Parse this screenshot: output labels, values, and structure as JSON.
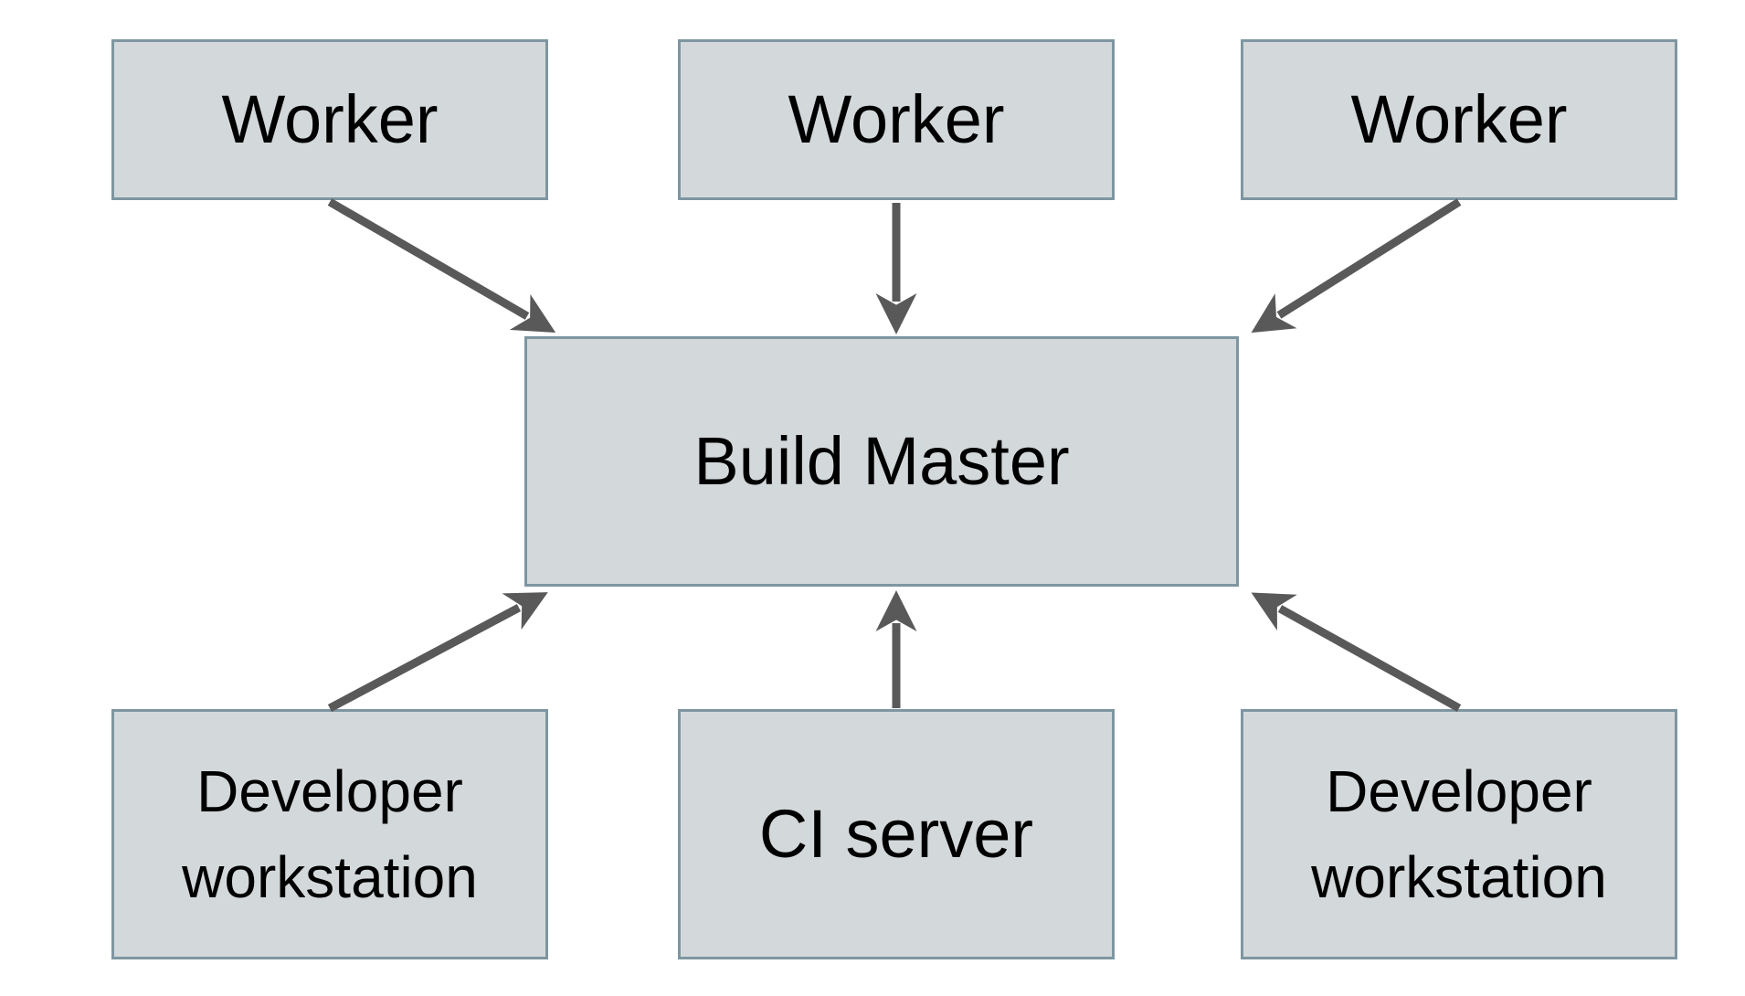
{
  "diagram": {
    "type": "architecture-diagram",
    "nodes": [
      {
        "id": "worker-1",
        "label": "Worker"
      },
      {
        "id": "worker-2",
        "label": "Worker"
      },
      {
        "id": "worker-3",
        "label": "Worker"
      },
      {
        "id": "build-master",
        "label": "Build Master"
      },
      {
        "id": "developer-workstation-1",
        "label": "Developer workstation"
      },
      {
        "id": "ci-server",
        "label": "CI server"
      },
      {
        "id": "developer-workstation-2",
        "label": "Developer workstation"
      }
    ],
    "edges": [
      {
        "from": "worker-1",
        "to": "build-master",
        "direction": "into-build-master"
      },
      {
        "from": "worker-2",
        "to": "build-master",
        "direction": "into-build-master"
      },
      {
        "from": "worker-3",
        "to": "build-master",
        "direction": "into-build-master"
      },
      {
        "from": "developer-workstation-1",
        "to": "build-master",
        "direction": "into-build-master"
      },
      {
        "from": "ci-server",
        "to": "build-master",
        "direction": "into-build-master"
      },
      {
        "from": "developer-workstation-2",
        "to": "build-master",
        "direction": "into-build-master"
      }
    ]
  },
  "colors": {
    "box_fill": "#d3d9da",
    "box_border": "#7e96a1",
    "arrow": "#595959",
    "text": "#000000",
    "background": "#ffffff"
  }
}
